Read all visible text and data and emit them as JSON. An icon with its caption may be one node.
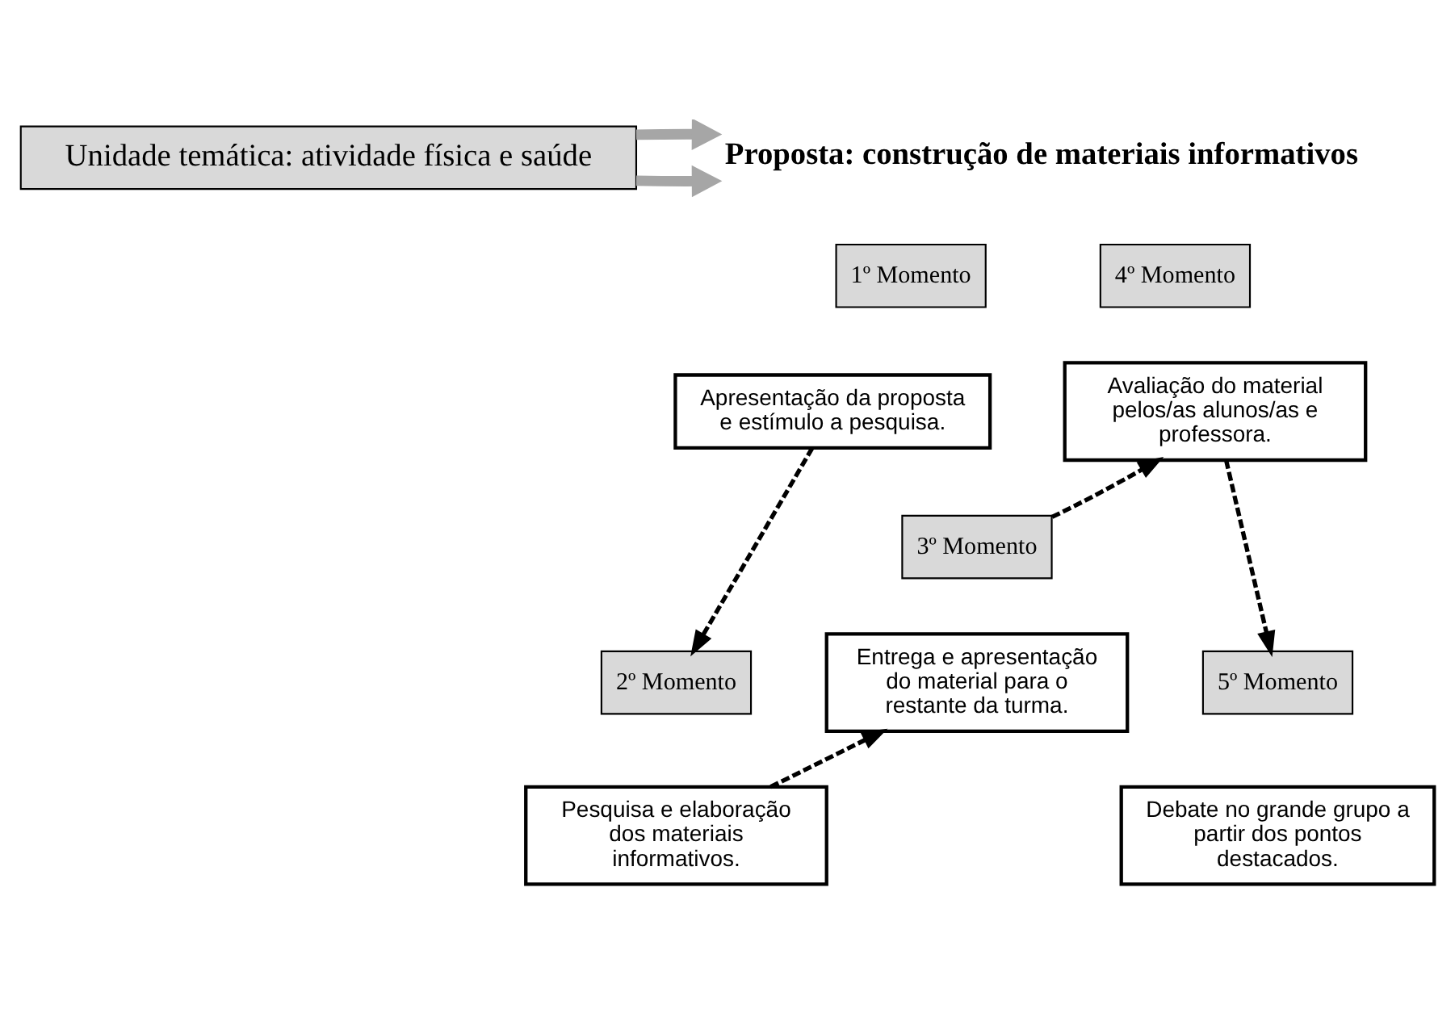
{
  "diagram": {
    "nodes": [
      {
        "text": [
          "Unidade temática: atividade física e saúde"
        ]
      },
      {
        "text": [
          "Proposta: construção de materiais informativos"
        ]
      },
      {
        "text": [
          "1º Momento"
        ]
      },
      {
        "text": [
          "Apresentação da proposta e estímulo a pesquisa."
        ]
      },
      {
        "text": [
          "2º Momento"
        ]
      },
      {
        "text": [
          "Pesquisa e elaboração dos materiais informativos."
        ]
      },
      {
        "text": [
          "3º Momento"
        ]
      },
      {
        "text": [
          "Entrega e apresentação do material para o restante da turma."
        ]
      },
      {
        "text": [
          "4º Momento"
        ]
      },
      {
        "text": [
          "Avaliação do material pelos/as alunos/as e professora."
        ]
      },
      {
        "text": [
          "5º Momento"
        ]
      },
      {
        "text": [
          "Debate no grande grupo a partir dos pontos destacados."
        ]
      }
    ],
    "edges": [
      {
        "from": 0,
        "to": 1,
        "arrow": "to",
        "style": "thick",
        "color": "#a6a6a6"
      },
      {
        "from": 0,
        "to": 1,
        "arrow": "to",
        "style": "thick",
        "color": "#a6a6a6"
      },
      {
        "from": 3,
        "to": 4,
        "arrow": "to",
        "style": "dashed"
      },
      {
        "from": 5,
        "to": 7,
        "arrow": "to",
        "style": "dashed"
      },
      {
        "from": 6,
        "to": 9,
        "arrow": "to",
        "style": "dashed"
      },
      {
        "from": 9,
        "to": 10,
        "arrow": "to",
        "style": "dashed"
      }
    ]
  }
}
